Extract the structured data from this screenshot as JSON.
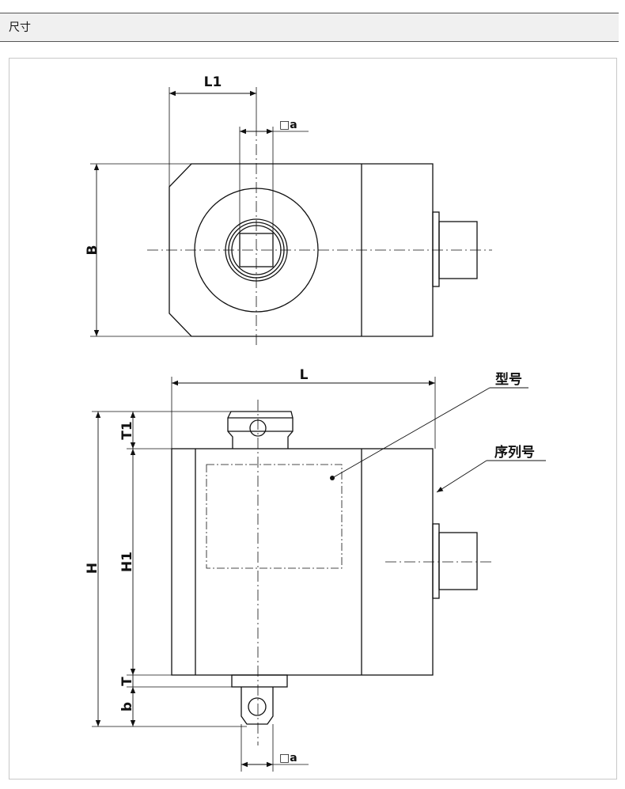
{
  "header": {
    "title": "尺寸"
  },
  "drawing": {
    "top_view": {
      "dim_l1": "L1",
      "dim_a": "□a",
      "dim_b": "B"
    },
    "front_view": {
      "dim_l": "L",
      "dim_t1": "T1",
      "dim_h": "H",
      "dim_h1": "H1",
      "dim_t": "T",
      "dim_b": "b",
      "dim_a": "□a",
      "label_model": "型号",
      "label_serial": "序列号"
    }
  }
}
